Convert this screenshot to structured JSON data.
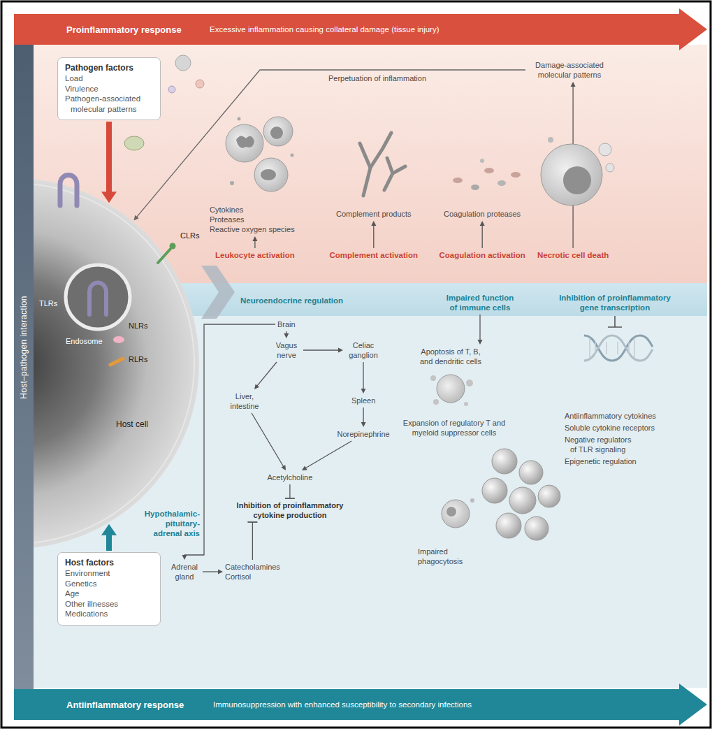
{
  "diagram": {
    "nodes": [
      {
        "text": [
          "Proinflammatory response",
          "Excessive inflammation causing collateral damage (tissue injury)"
        ]
      },
      {
        "text": [
          "Host–pathogen interaction"
        ]
      },
      {
        "text": [
          "Pathogen factors",
          "Load",
          "Virulence",
          "Pathogen-associated molecular patterns"
        ]
      },
      {
        "text": [
          "Host cell"
        ]
      },
      {
        "text": [
          "Host factors",
          "Environment",
          "Genetics",
          "Age",
          "Other illnesses",
          "Medications"
        ]
      },
      {
        "text": [
          "Cytokines",
          "Proteases",
          "Reactive oxygen species"
        ]
      },
      {
        "text": [
          "Complement products"
        ]
      },
      {
        "text": [
          "Coagulation proteases"
        ]
      },
      {
        "text": [
          "Damage-associated molecular patterns"
        ]
      },
      {
        "text": [
          "Leukocyte activation"
        ]
      },
      {
        "text": [
          "Complement activation"
        ]
      },
      {
        "text": [
          "Coagulation activation"
        ]
      },
      {
        "text": [
          "Necrotic cell death"
        ]
      },
      {
        "text": [
          "Brain"
        ]
      },
      {
        "text": [
          "Vagus nerve"
        ]
      },
      {
        "text": [
          "Celiac ganglion"
        ]
      },
      {
        "text": [
          "Liver, intestine"
        ]
      },
      {
        "text": [
          "Spleen"
        ]
      },
      {
        "text": [
          "Norepinephrine"
        ]
      },
      {
        "text": [
          "Acetylcholine"
        ]
      },
      {
        "text": [
          "Inhibition of proinflammatory cytokine production"
        ]
      },
      {
        "text": [
          "Adrenal gland"
        ]
      },
      {
        "text": [
          "Catecholamines",
          "Cortisol"
        ]
      },
      {
        "text": [
          "Impaired function of immune cells"
        ]
      },
      {
        "text": [
          "Apoptosis of T, B, and dendritic cells"
        ]
      },
      {
        "text": [
          "Expansion of regulatory T and myeloid suppressor cells"
        ]
      },
      {
        "text": [
          "Impaired phagocytosis"
        ]
      },
      {
        "text": [
          "Inhibition of proinflammatory gene transcription"
        ]
      },
      {
        "text": [
          "Antiinflammatory cytokines",
          "Soluble cytokine receptors",
          "Negative regulators of TLR signaling",
          "Epigenetic regulation"
        ]
      },
      {
        "text": [
          "Antiinflammatory response",
          "Immunosuppression with enhanced susceptibility to secondary infections"
        ]
      }
    ],
    "edges": [
      {
        "from": 2,
        "to": 3,
        "arrow": "to"
      },
      {
        "from": 4,
        "to": 3,
        "arrow": "to"
      },
      {
        "from": 9,
        "to": 5,
        "arrow": "to"
      },
      {
        "from": 10,
        "to": 6,
        "arrow": "to"
      },
      {
        "from": 11,
        "to": 7,
        "arrow": "to"
      },
      {
        "from": 12,
        "to": 8,
        "arrow": "to"
      },
      {
        "from": 8,
        "to": 3,
        "arrow": "to",
        "label": "Perpetuation of inflammation"
      },
      {
        "from": 13,
        "to": 14,
        "arrow": "to"
      },
      {
        "from": 14,
        "to": 15,
        "arrow": "to"
      },
      {
        "from": 15,
        "to": 17,
        "arrow": "to"
      },
      {
        "from": 17,
        "to": 18,
        "arrow": "to"
      },
      {
        "from": 18,
        "to": 19,
        "arrow": "to"
      },
      {
        "from": 14,
        "to": 16,
        "arrow": "to"
      },
      {
        "from": 16,
        "to": 19,
        "arrow": "to"
      },
      {
        "from": 19,
        "to": 20,
        "arrow": "to"
      },
      {
        "from": 13,
        "to": 21,
        "arrow": "to",
        "label": "Hypothalamic-pituitary-adrenal axis"
      },
      {
        "from": 21,
        "to": 22,
        "arrow": "to"
      },
      {
        "from": 22,
        "to": 20,
        "arrow": "to"
      },
      {
        "from": 23,
        "to": 24,
        "arrow": "to"
      }
    ],
    "labels": [
      "TLRs",
      "CLRs",
      "NLRs",
      "RLRs",
      "Endosome",
      "Neuroendocrine regulation"
    ]
  }
}
